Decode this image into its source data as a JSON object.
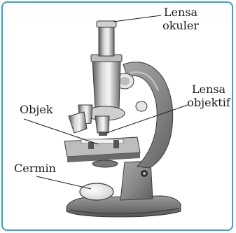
{
  "labels": {
    "eyepiece_line1": "Lensa",
    "eyepiece_line2": "okuler",
    "objective_line1": "Lensa",
    "objective_line2": "objektif",
    "object": "Objek",
    "mirror": "Cermin"
  },
  "colors": {
    "frame_border": "#3c9fd2",
    "metal_light": "#d9d9d9",
    "metal_mid": "#9a9a9a",
    "metal_dark": "#3a3a3a",
    "mirror": "#f2f2f2"
  }
}
